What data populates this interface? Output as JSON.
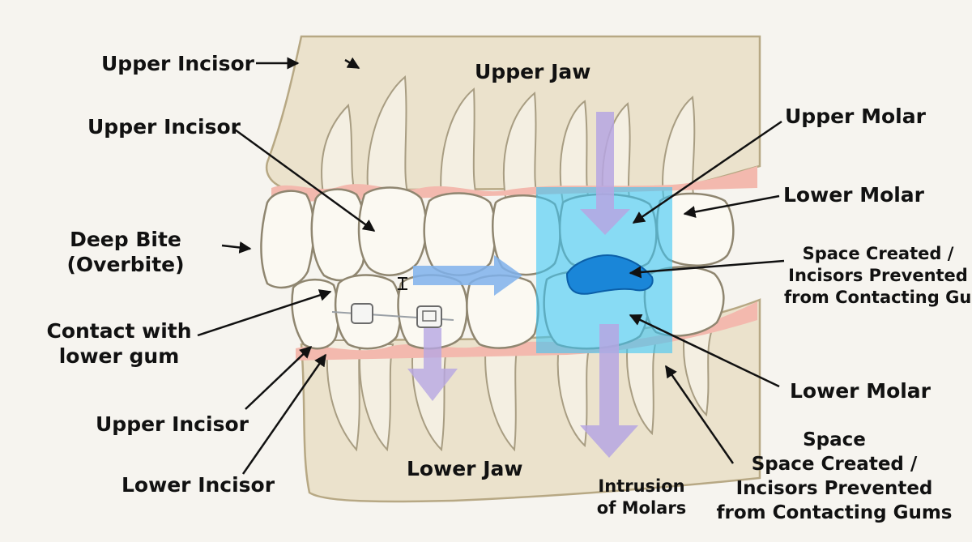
{
  "labels": {
    "upper_incisor_top": "Upper Incisor",
    "upper_jaw": "Upper Jaw",
    "upper_incisor_mid": "Upper Incisor",
    "upper_molar": "Upper Molar",
    "lower_molar_top": "Lower Molar",
    "deep_bite_line1": "Deep Bite",
    "deep_bite_line2": "(Overbite)",
    "space_created_right_1": "Space Created /",
    "space_created_right_2": "Incisors Prevented",
    "space_created_right_3": "from Contacting Gums",
    "contact_lower_gum_1": "Contact with",
    "contact_lower_gum_2": "lower gum",
    "lower_molar_bottom": "Lower Molar",
    "upper_incisor_bottom": "Upper Incisor",
    "space_bottom_0": "Space",
    "space_bottom_1": "Space Created /",
    "space_bottom_2": "Incisors Prevented",
    "space_bottom_3": "from Contacting Gums",
    "lower_incisor": "Lower Incisor",
    "lower_jaw": "Lower Jaw",
    "intrusion_1": "Intrusion",
    "intrusion_2": "of Molars"
  },
  "colors": {
    "background": "#f6f4ef",
    "bone": "#ebe2cc",
    "bone_outline": "#b7a884",
    "tooth": "#fbf9f2",
    "tooth_outline": "#8f8670",
    "gum": "#f3b9ae",
    "highlight_box": "#3cc7f5",
    "bite_block": "#1a86d8",
    "force_arrow": "#b6a6e2",
    "forward_arrow": "#7fb2ec",
    "label_arrow": "#111111"
  }
}
